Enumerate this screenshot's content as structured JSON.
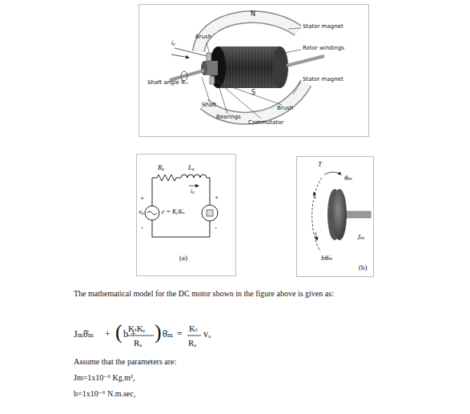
{
  "diagram": {
    "labels": [
      "N",
      "Stator magnet",
      "Brush",
      "Rotor windings",
      "iₐ",
      "Shaft angle θₘ",
      "Stator magnet",
      "S",
      "Shaft",
      "Brush",
      "Bearings",
      "Commutator",
      "Rₐ",
      "Lₐ",
      "iₐ",
      "+",
      "vₐ",
      "-",
      "+",
      "e = Kₑθ̇ₘ",
      "-",
      "(a)",
      "T",
      "θₘ",
      "bθ̇ₘ",
      "Jₘ",
      "(b)",
      "The mathematical model for the DC motor shown in the figure above is given as:",
      "Jₘθ̈ₘ",
      "+",
      "(",
      "b +",
      "KₜKₑ",
      "Rₐ",
      ")",
      "θ̇ₘ",
      "=",
      "Kₜ",
      "Rₐ",
      "vₐ",
      "Assume that the parameters are:",
      "Jm=1x10⁻⁶ Kg.m²,",
      "b=1x10⁻⁶ N.m.sec,"
    ]
  }
}
